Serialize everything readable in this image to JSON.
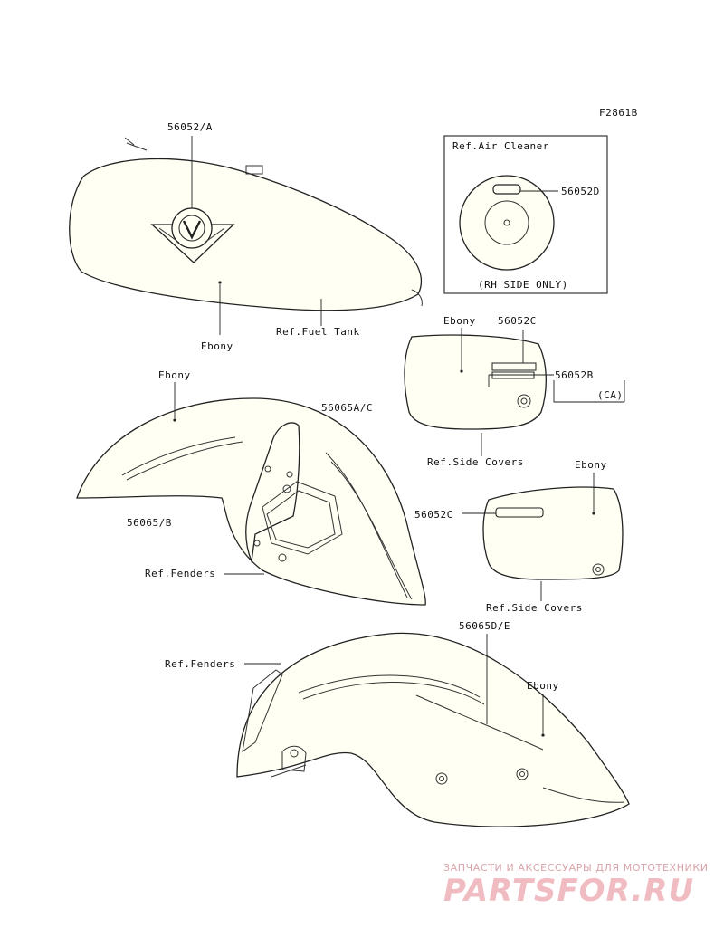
{
  "diagram": {
    "figure_code": "F2861B",
    "fuel_tank": {
      "part_number": "56052/A",
      "color_note": "Ebony",
      "ref_label": "Ref.Fuel Tank"
    },
    "air_cleaner": {
      "title": "Ref.Air Cleaner",
      "part_number": "56052D",
      "note": "(RH SIDE ONLY)"
    },
    "side_cover_upper": {
      "color_note": "Ebony",
      "part_number_top": "56052C",
      "part_number_side": "56052B",
      "region_note": "(CA)",
      "ref_label": "Ref.Side Covers"
    },
    "front_fender": {
      "color_note": "Ebony",
      "part_number_right": "56065A/C",
      "part_number_left": "56065/B",
      "ref_label": "Ref.Fenders"
    },
    "side_cover_lower": {
      "color_note": "Ebony",
      "part_number": "56052C",
      "ref_label": "Ref.Side Covers"
    },
    "rear_fender": {
      "part_number": "56065D/E",
      "ref_label": "Ref.Fenders",
      "color_note": "Ebony"
    }
  },
  "watermark": {
    "tagline": "ЗАПЧАСТИ И АКСЕССУАРЫ ДЛЯ МОТОТЕХНИКИ",
    "brand": "PARTSFOR.RU",
    "color": "#e8a9b0"
  }
}
